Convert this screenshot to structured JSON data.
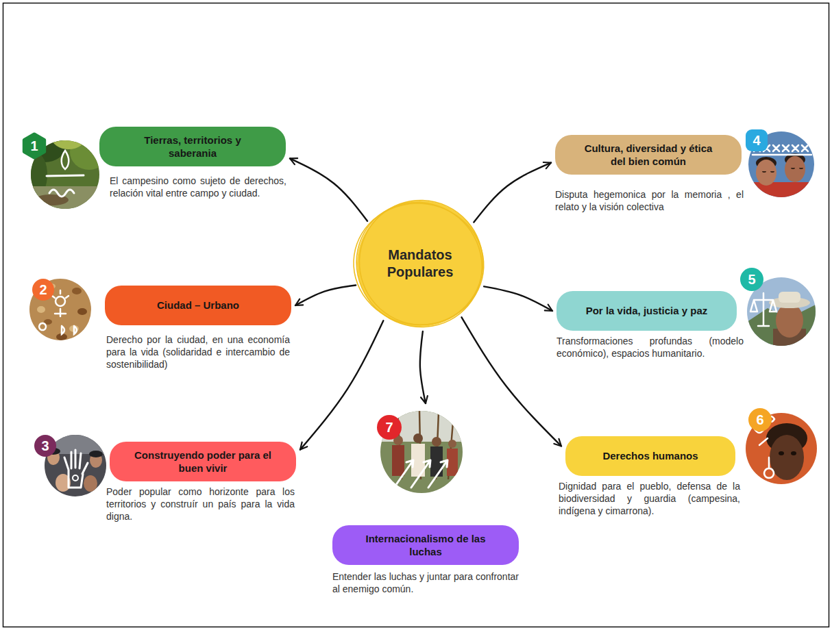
{
  "diagram": {
    "nodes": [
      {
        "text": [
          "Mandatos Populares"
        ]
      },
      {
        "text": [
          "Tierras, territorios y saberania",
          "El campesino como sujeto de derechos, relación vital entre campo y ciudad."
        ]
      },
      {
        "text": [
          "Ciudad – Urbano",
          "Derecho por la ciudad, en una economía para la vida (solidaridad e intercambio de sostenibilidad)"
        ]
      },
      {
        "text": [
          "Construyendo poder para el buen vivir",
          "Poder popular como horizonte para los territorios y construír un país para la vida digna."
        ]
      },
      {
        "text": [
          "Cultura, diversidad y ética del bien común",
          "Disputa hegemonica por la memoria , el relato y la visión colectiva"
        ]
      },
      {
        "text": [
          "Por la vida, justicia y paz",
          "Transformaciones profundas (modelo económico), espacios humanitario."
        ]
      },
      {
        "text": [
          "Derechos humanos",
          "Dignidad para el pueblo, defensa de la biodiversidad y guardia (campesina, indígena y cimarrona)."
        ]
      },
      {
        "text": [
          "Internacionalismo de las luchas",
          "Entender las luchas y juntar para confrontar al enemigo común."
        ]
      }
    ],
    "edges": [
      {
        "from": 0,
        "to": 1,
        "arrow": "to"
      },
      {
        "from": 0,
        "to": 2,
        "arrow": "to"
      },
      {
        "from": 0,
        "to": 3,
        "arrow": "to"
      },
      {
        "from": 0,
        "to": 4,
        "arrow": "to"
      },
      {
        "from": 0,
        "to": 5,
        "arrow": "to"
      },
      {
        "from": 0,
        "to": 6,
        "arrow": "to"
      },
      {
        "from": 0,
        "to": 7,
        "arrow": "to"
      }
    ],
    "labels": [
      "1",
      "2",
      "3",
      "4",
      "5",
      "6",
      "7"
    ]
  }
}
